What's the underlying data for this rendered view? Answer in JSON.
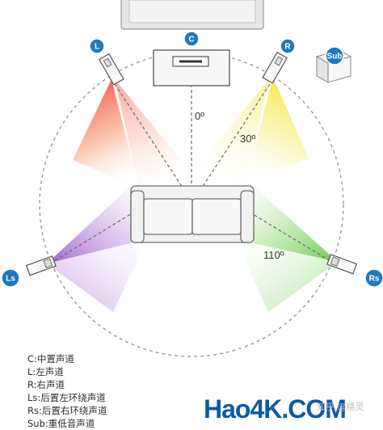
{
  "speakers": {
    "c": {
      "label": "C",
      "color": "#1f78c1"
    },
    "l": {
      "label": "L",
      "color": "#1f78c1"
    },
    "r": {
      "label": "R",
      "color": "#1f78c1"
    },
    "ls": {
      "label": "Ls",
      "color": "#1f78c1"
    },
    "rs": {
      "label": "Rs",
      "color": "#1f78c1"
    },
    "sub": {
      "label": "Sub",
      "color": "#1f78c1"
    }
  },
  "angles": {
    "front": "0º",
    "side": "30º",
    "rear": "110º"
  },
  "legend": [
    "C:中置声道",
    "L:左声道",
    "R:右声道",
    "Ls:后置左环绕声道",
    "Rs:后置右环绕声道",
    "Sub:重低音声道"
  ],
  "watermark": {
    "brand": "Hao4K.COM",
    "site": "知乎 @精灵"
  },
  "colors": {
    "center_beam": "#f4a64a",
    "left_beam": "#ef3b2c",
    "right_beam": "#f2e33c",
    "left_surround_beam": "#8e44c4",
    "right_surround_beam": "#5ec83a",
    "accent": "#1f78c1"
  }
}
